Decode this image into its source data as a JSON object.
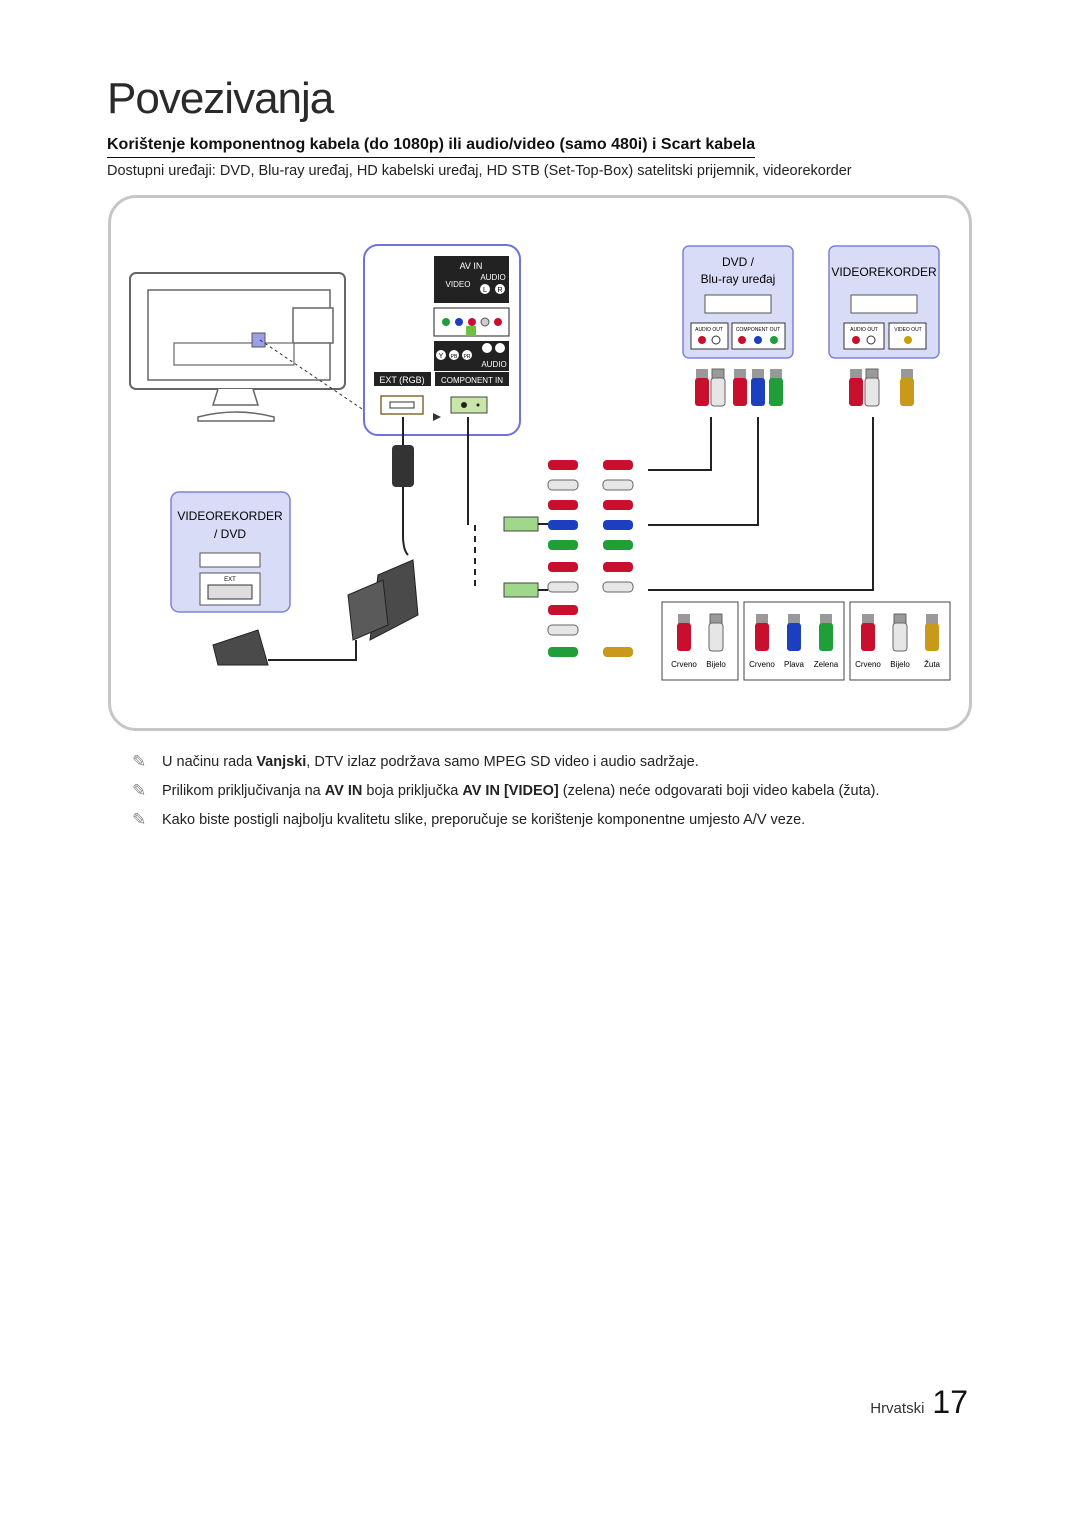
{
  "page": {
    "title": "Povezivanja",
    "heading": "Korištenje komponentnog kabela (do 1080p) ili audio/video (samo 480i) i Scart kabela",
    "subtitle": "Dostupni uređaji: DVD, Blu-ray uređaj, HD kabelski uređaj, HD STB (Set-Top-Box) satelitski prijemnik, videorekorder",
    "language": "Hrvatski",
    "page_number": "17"
  },
  "diagram": {
    "av_in_label": "AV IN",
    "video_label": "VIDEO",
    "audio_label": "AUDIO",
    "audio_label_2": "AUDIO",
    "l_label": "L",
    "r_label": "R",
    "y_label": "Y",
    "pb_label": "PB",
    "pr_label": "PR",
    "ext_rgb_label": "EXT (RGB)",
    "component_in_label": "COMPONENT IN",
    "dvd_label_1": "DVD /",
    "dvd_label_2": "Blu-ray uređaj",
    "vcr_label": "VIDEOREKORDER",
    "vcr_dvd_label_1": "VIDEOREKORDER",
    "vcr_dvd_label_2": "/ DVD",
    "ext_port_label": "EXT",
    "audio_out_label": "AUDIO OUT",
    "component_out_label": "COMPONENT OUT",
    "video_out_label": "VIDEO OUT",
    "legend_1": [
      "Crveno",
      "Bijelo"
    ],
    "legend_2": [
      "Crveno",
      "Plava",
      "Zelena"
    ],
    "legend_3": [
      "Crveno",
      "Bijelo",
      "Žuta"
    ],
    "colors": {
      "red": "#c8102e",
      "white": "#e6e6e6",
      "blue": "#1c3fbf",
      "green": "#1f9e3a",
      "yellow": "#c99a1a",
      "panel_fill": "#d9dcf7",
      "panel_border": "#7c83d6"
    }
  },
  "notes": [
    {
      "pre": "U načinu rada ",
      "b1": "Vanjski",
      "post": ", DTV izlaz podržava samo MPEG SD video i audio sadržaje."
    },
    {
      "pre": "Prilikom priključivanja na ",
      "b1": "AV IN",
      "mid": " boja priključka ",
      "b2": "AV IN [VIDEO]",
      "post": " (zelena) neće odgovarati boji video kabela (žuta)."
    },
    {
      "pre": "Kako biste postigli najbolju kvalitetu slike, preporučuje se korištenje komponentne umjesto A/V veze."
    }
  ]
}
